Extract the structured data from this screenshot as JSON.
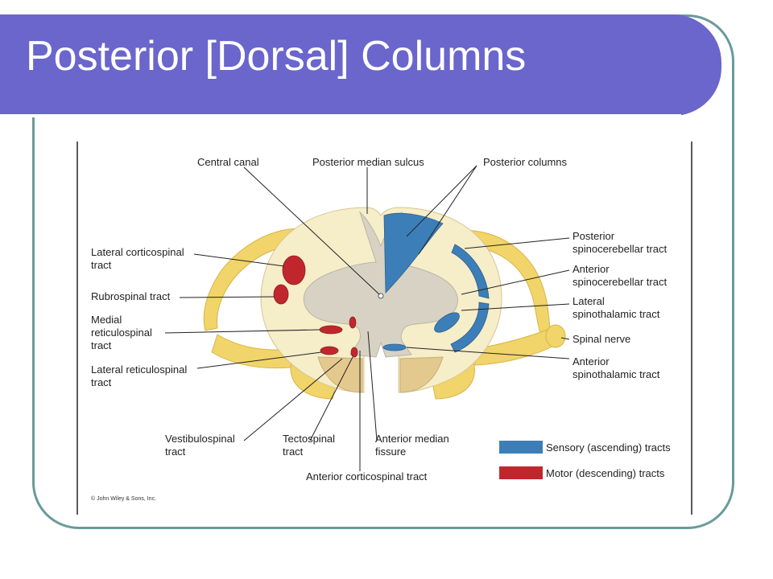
{
  "slide": {
    "title": "Posterior [Dorsal] Columns"
  },
  "colors": {
    "title_bar": "#6a66cc",
    "frame_border": "#6b9a9a",
    "sensory": "#3c7fb8",
    "motor": "#c0272d",
    "grey_matter": "#d8d2c4",
    "white_matter": "#f6edc9",
    "nerve_roots": "#f1d46a"
  },
  "figure": {
    "labels": {
      "central_canal": "Central canal",
      "posterior_median_sulcus": "Posterior median sulcus",
      "posterior_columns": "Posterior columns",
      "lateral_corticospinal_1": "Lateral corticospinal",
      "lateral_corticospinal_2": "tract",
      "rubrospinal": "Rubrospinal tract",
      "medial_reticulospinal_1": "Medial",
      "medial_reticulospinal_2": "reticulospinal",
      "medial_reticulospinal_3": "tract",
      "lateral_reticulospinal_1": "Lateral reticulospinal",
      "lateral_reticulospinal_2": "tract",
      "post_spinocerebellar_1": "Posterior",
      "post_spinocerebellar_2": "spinocerebellar tract",
      "ant_spinocerebellar_1": "Anterior",
      "ant_spinocerebellar_2": "spinocerebellar tract",
      "lat_spinothalamic_1": "Lateral",
      "lat_spinothalamic_2": "spinothalamic tract",
      "spinal_nerve": "Spinal nerve",
      "ant_spinothalamic_1": "Anterior",
      "ant_spinothalamic_2": "spinothalamic tract",
      "vestibulospinal_1": "Vestibulospinal",
      "vestibulospinal_2": "tract",
      "tectospinal_1": "Tectospinal",
      "tectospinal_2": "tract",
      "ant_median_fissure_1": "Anterior median",
      "ant_median_fissure_2": "fissure",
      "anterior_corticospinal": "Anterior corticospinal tract"
    },
    "legend": {
      "sensory": "Sensory (ascending) tracts",
      "motor": "Motor (descending) tracts"
    },
    "copyright": "© John Wiley & Sons, Inc."
  }
}
